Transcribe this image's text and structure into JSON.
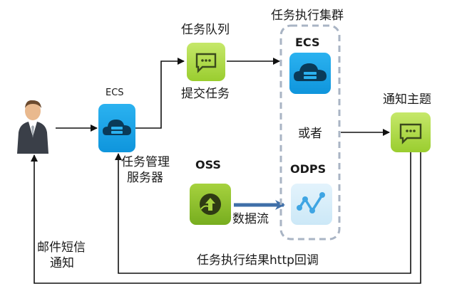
{
  "labels": {
    "task_queue": "任务队列",
    "submit_task": "提交任务",
    "task_cluster": "任务执行集群",
    "ecs_left": "ECS",
    "ecs_cluster": "ECS",
    "task_server_line1": "任务管理",
    "task_server_line2": "服务器",
    "oss": "OSS",
    "data_flow": "数据流",
    "odps": "ODPS",
    "or": "或者",
    "notify_topic": "通知主题",
    "mail_sms_line1": "邮件短信",
    "mail_sms_line2": "通知",
    "callback": "任务执行结果http回调"
  },
  "icons": {
    "user": "user-icon",
    "ecs_server": "ecs-server-icon",
    "queue": "message-queue-icon",
    "cluster_ecs": "ecs-cloud-icon",
    "oss": "oss-storage-icon",
    "odps": "odps-graph-icon",
    "topic": "notification-topic-icon"
  },
  "colors": {
    "ecs_blue": "#1aa3e8",
    "mns_green": "#b5dc4b",
    "arrow_blue": "#3f6fa8",
    "cluster_border": "#a9b4c4"
  }
}
